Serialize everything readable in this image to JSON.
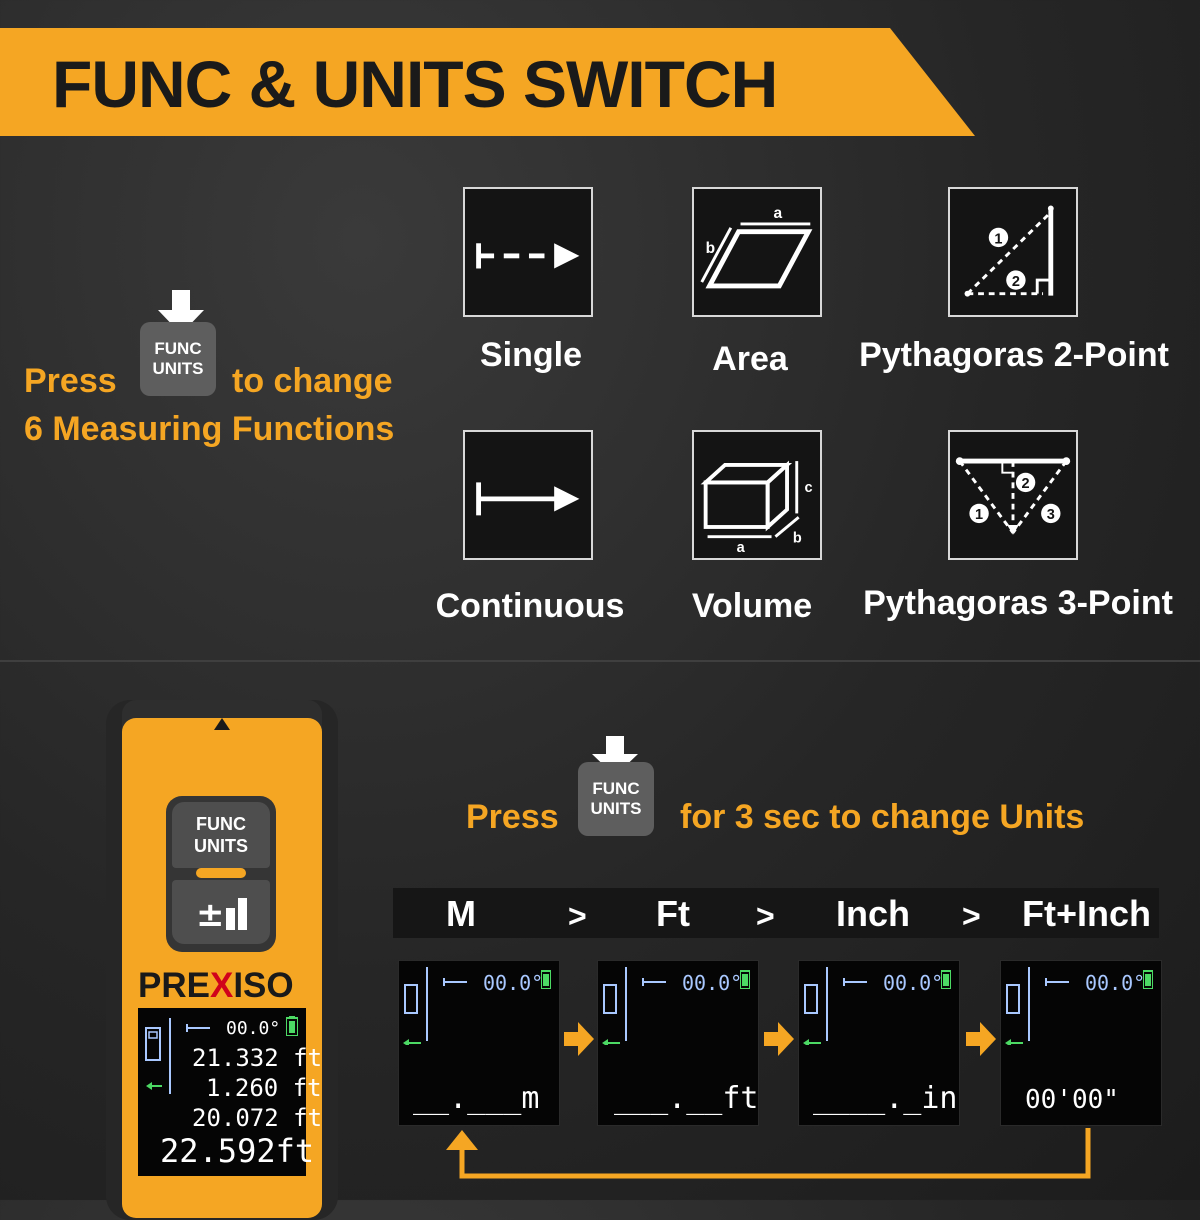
{
  "header": {
    "title": "FUNC & UNITS SWITCH"
  },
  "functions_section": {
    "press_text": "Press",
    "to_change_text": "to change",
    "count_text": "6 Measuring Functions",
    "key": {
      "line1": "FUNC",
      "line2": "UNITS"
    },
    "functions": [
      {
        "label": "Single",
        "icon": "single-measure-icon"
      },
      {
        "label": "Area",
        "icon": "area-icon",
        "marks": [
          "a",
          "b"
        ]
      },
      {
        "label": "Pythagoras 2-Point",
        "icon": "pythagoras-2-point-icon",
        "marks": [
          "1",
          "2"
        ]
      },
      {
        "label": "Continuous",
        "icon": "continuous-measure-icon"
      },
      {
        "label": "Volume",
        "icon": "volume-icon",
        "marks": [
          "c",
          "a",
          "b"
        ]
      },
      {
        "label": "Pythagoras 3-Point",
        "icon": "pythagoras-3-point-icon",
        "marks": [
          "2",
          "1",
          "3"
        ]
      }
    ]
  },
  "units_section": {
    "press_text": "Press",
    "hold_text": "for 3 sec to change Units",
    "key": {
      "line1": "FUNC",
      "line2": "UNITS"
    },
    "units": [
      "M",
      "Ft",
      "Inch",
      "Ft+Inch"
    ],
    "separator": ">",
    "screens": [
      {
        "angle": "00.0°",
        "value": "__.___m"
      },
      {
        "angle": "00.0°",
        "value": "___.__ft"
      },
      {
        "angle": "00.0°",
        "value": "____._in"
      },
      {
        "angle": "00.0°",
        "value": "00'00\""
      }
    ]
  },
  "device": {
    "key_line1": "FUNC",
    "key_line2": "UNITS",
    "brand_pre": "PRE",
    "brand_x": "X",
    "brand_post": "ISO",
    "angle": "00.0°",
    "readings": [
      "21.332 ft",
      "1.260 ft",
      "20.072 ft"
    ],
    "main_reading": "22.592ft"
  },
  "colors": {
    "accent": "#f5a623",
    "background": "#262626",
    "battery": "#4cd964",
    "screen_text": "#a9c8ff"
  }
}
